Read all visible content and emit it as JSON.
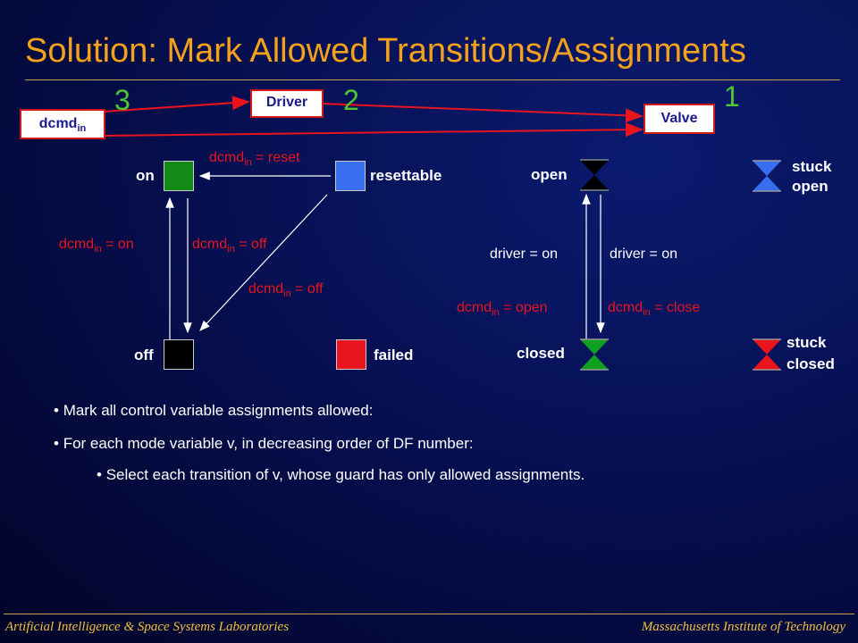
{
  "title": "Solution: Mark Allowed Transitions/Assignments",
  "boxes": {
    "dcmd": {
      "main": "dcmd",
      "sub": "in"
    },
    "driver": "Driver",
    "valve": "Valve"
  },
  "order_numbers": {
    "n3": "3",
    "n2": "2",
    "n1": "1"
  },
  "driver_modes": {
    "on": "on",
    "resettable": "resettable",
    "off": "off",
    "failed": "failed"
  },
  "driver_transitions": {
    "reset": {
      "var": "dcmd",
      "sub": "in",
      "rest": " = reset"
    },
    "to_on": {
      "var": "dcmd",
      "sub": "in",
      "rest": " = on"
    },
    "to_off": {
      "var": "dcmd",
      "sub": "in",
      "rest": " = off"
    },
    "resettable_off": {
      "var": "dcmd",
      "sub": "in",
      "rest": " = off"
    }
  },
  "valve_modes": {
    "open": "open",
    "closed": "closed",
    "stuck_open_1": "stuck",
    "stuck_open_2": "open",
    "stuck_closed_1": "stuck",
    "stuck_closed_2": "closed"
  },
  "valve_transitions": {
    "driver_on_left": "driver = on",
    "driver_on_right": "driver = on",
    "open_cmd": {
      "var": "dcmd",
      "sub": "in",
      "rest": " = open"
    },
    "close_cmd": {
      "var": "dcmd",
      "sub": "in",
      "rest": " = close"
    }
  },
  "bullets": [
    "Mark all control variable assignments allowed:",
    "For each mode variable v, in decreasing order of DF number:",
    "Select each transition of v, whose guard has only allowed assignments."
  ],
  "footer": {
    "left": "Artificial Intelligence & Space Systems Laboratories",
    "right": "Massachusetts Institute of Technology"
  },
  "colors": {
    "title": "#f3a21a",
    "arrow": "#e8141e",
    "number": "#4ec830",
    "on_green": "#118a18",
    "resettable_blue": "#3a6ef0",
    "off_black": "#000000",
    "failed_red": "#e8141e"
  }
}
